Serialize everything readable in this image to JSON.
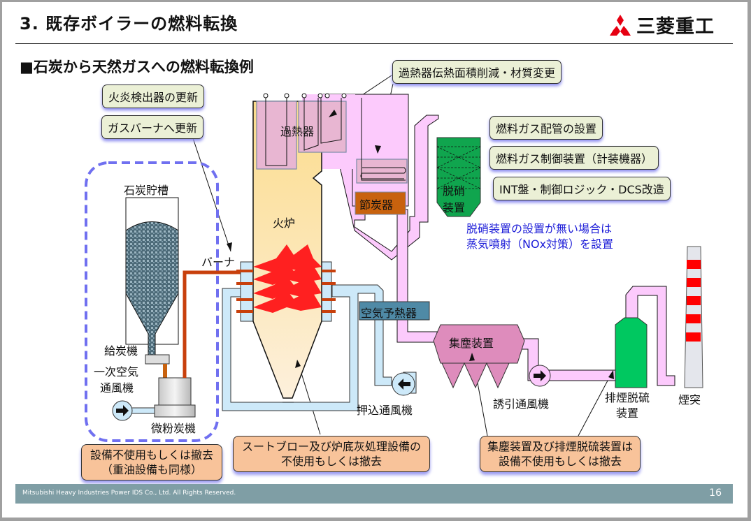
{
  "header": {
    "title": "3. 既存ボイラーの燃料転換",
    "subtitle": "■石炭から天然ガスへの燃料転換例",
    "logo_text": "三菱重工",
    "logo_color": "#e60012"
  },
  "callouts": {
    "superheater_change": "過熱器伝熱面積削減・材質変更",
    "flame_detector": "火炎検出器の更新",
    "gas_burner": "ガスバーナへ更新",
    "fuel_gas_piping": "燃料ガス配管の設置",
    "fuel_gas_control": "燃料ガス制御装置（計装機器）",
    "int_panel": "INT盤・制御ロジック・DCS改造"
  },
  "notes": {
    "coal_equipment": [
      "設備不使用もしくは撤去",
      "（重油設備も同様）"
    ],
    "sootblow": [
      "スートブロー及び炉底灰処理設備の",
      "不使用もしくは撤去"
    ],
    "dust_desulf": [
      "集塵装置及び排煙脱硫装置は",
      "設備不使用もしくは撤去"
    ],
    "denox_alt": [
      "脱硝装置の設置が無い場合は",
      "蒸気噴射（NOx対策）を設置"
    ]
  },
  "labels": {
    "coal_bunker": "石炭貯槽",
    "superheater": "過熱器",
    "furnace": "火炉",
    "economizer": "節炭器",
    "denox": [
      "脱硝",
      "装置"
    ],
    "burner": "バーナ",
    "coal_feeder": "給炭機",
    "primary_air_fan": [
      "一次空気",
      "通風機"
    ],
    "pulverizer": "微粉炭機",
    "air_preheater": "空気予熱器",
    "forced_draft_fan": "押込通風機",
    "dust_collector": "集塵装置",
    "induced_draft_fan": "誘引通風機",
    "fgd": [
      "排煙脱硫",
      "装置"
    ],
    "stack": "煙突"
  },
  "colors": {
    "flue_gas": "#fccafc",
    "air_duct": "#cde9f9",
    "furnace": "#fbdc8c",
    "flame": "#ff2020",
    "economizer": "#c8620e",
    "denox": "#10a54e",
    "fgd": "#00c860",
    "dust": "#de8cbc",
    "air_preheater": "#4f8aa6",
    "dashed_boundary": "#7070f0"
  },
  "footer": {
    "copyright": "Mitsubishi Heavy Industries Power IDS Co., Ltd. All Rights Reserved.",
    "page": "16"
  }
}
